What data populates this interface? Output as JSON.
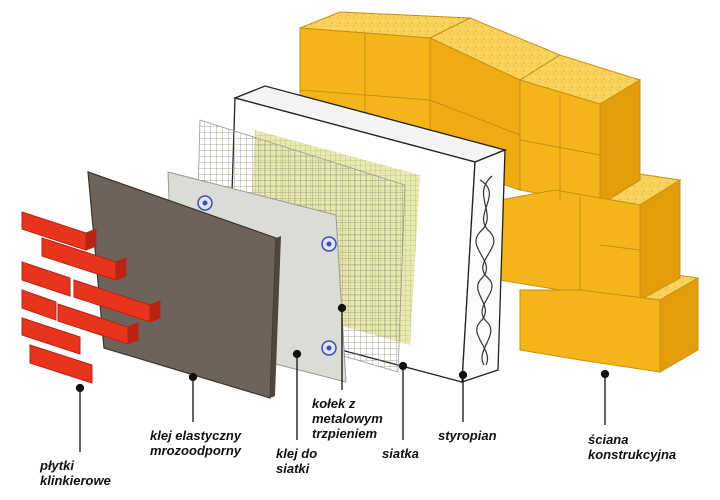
{
  "labels": {
    "brick_tiles": "płytki\nklinkierowe",
    "flexible_adhesive": "klej elastyczny\nmrozoodporny",
    "mesh_adhesive": "klej do\nsiatki",
    "anchor": "kołek z\nmetalowym\ntrzpieniem",
    "mesh": "siatka",
    "styrofoam": "styropian",
    "structural_wall": "ściana\nkonstrukcyjna"
  },
  "colors": {
    "brick": "#e8341c",
    "brick_mortar": "#b82314",
    "adhesive_dark": "#6e635a",
    "adhesive_light": "#dcdcd6",
    "mesh": "#c9c9b8",
    "styrofoam": "#ffffff",
    "wall_block": "#f3b51a",
    "wall_block_top": "#f8d25a",
    "anchor": "#3d4fb0"
  },
  "icons": {
    "anchor": "anchor-dowel-icon"
  }
}
